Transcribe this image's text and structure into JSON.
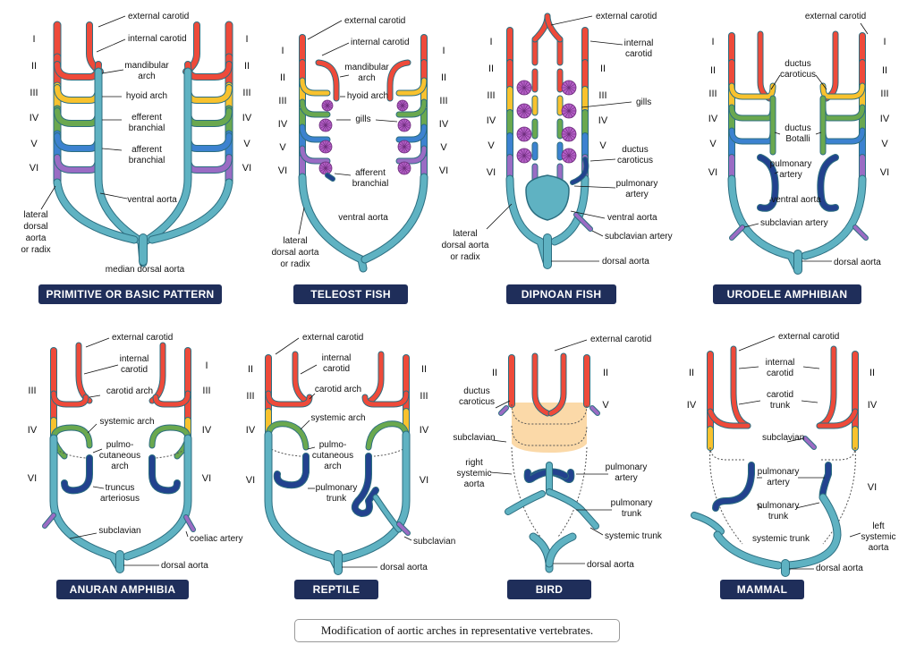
{
  "caption": "Modification of aortic arches in representative vertebrates.",
  "colors": {
    "arch_I_II": "#ee4a3a",
    "arch_III": "#f8c22e",
    "arch_IV": "#6aa84f",
    "arch_V": "#3c82d0",
    "arch_VI": "#9a6cc4",
    "aorta": "#5fb2c2",
    "aorta_outline": "#2c6e80",
    "gill": "#b55fc7",
    "pulmonary": "#22428e",
    "badge_bg": "#1f2e5a",
    "bird_pale": "#fbd9a8"
  },
  "panels": [
    {
      "id": "primitive",
      "title": "PRIMITIVE OR BASIC PATTERN",
      "roman_left": [
        "I",
        "II",
        "III",
        "IV",
        "V",
        "VI"
      ],
      "roman_right": [
        "I",
        "II",
        "III",
        "IV",
        "V",
        "VI"
      ],
      "labels": [
        "external carotid",
        "internal carotid",
        "mandibular",
        "arch",
        "hyoid arch",
        "efferent",
        "branchial",
        "afferent",
        "branchial",
        "ventral aorta",
        "lateral",
        "dorsal",
        "aorta",
        "or radix",
        "median dorsal aorta"
      ]
    },
    {
      "id": "teleost",
      "title": "TELEOST FISH",
      "roman_left": [
        "I",
        "II",
        "III",
        "IV",
        "V",
        "VI"
      ],
      "roman_right": [
        "I",
        "II",
        "III",
        "IV",
        "V",
        "VI"
      ],
      "labels": [
        "external carotid",
        "internal carotid",
        "mandibular",
        "arch",
        "hyoid arch",
        "gills",
        "afferent",
        "branchial",
        "ventral aorta",
        "lateral",
        "dorsal aorta",
        "or radix"
      ]
    },
    {
      "id": "dipnoan",
      "title": "DIPNOAN FISH",
      "roman_left": [
        "I",
        "II",
        "III",
        "IV",
        "V",
        "VI"
      ],
      "roman_right": [
        "II",
        "III",
        "IV",
        "V"
      ],
      "labels": [
        "external carotid",
        "internal",
        "carotid",
        "gills",
        "ductus",
        "caroticus",
        "pulmonary",
        "artery",
        "ventral aorta",
        "subclavian artery",
        "lateral",
        "dorsal aorta",
        "or radix",
        "dorsal aorta"
      ]
    },
    {
      "id": "urodele",
      "title": "URODELE AMPHIBIAN",
      "roman_left": [
        "I",
        "II",
        "III",
        "IV",
        "V",
        "VI"
      ],
      "roman_right": [
        "I",
        "II",
        "III",
        "IV",
        "V",
        "VI"
      ],
      "labels": [
        "external carotid",
        "ductus",
        "caroticus",
        "ductus",
        "Botalli",
        "pulmonary",
        "artery",
        "ventral aorta",
        "subclavian artery",
        "dorsal aorta"
      ]
    },
    {
      "id": "anuran",
      "title": "ANURAN AMPHIBIA",
      "roman_left": [
        "III",
        "IV",
        "VI"
      ],
      "roman_right": [
        "I",
        "III",
        "IV",
        "VI"
      ],
      "labels": [
        "external carotid",
        "internal",
        "carotid",
        "carotid arch",
        "systemic arch",
        "pulmo-",
        "cutaneous",
        "arch",
        "truncus",
        "arteriosus",
        "subclavian",
        "coeliac artery",
        "dorsal aorta"
      ]
    },
    {
      "id": "reptile",
      "title": "REPTILE",
      "roman_left": [
        "II",
        "III",
        "IV",
        "VI"
      ],
      "roman_right": [
        "II",
        "III",
        "IV",
        "VI"
      ],
      "labels": [
        "external carotid",
        "internal",
        "carotid",
        "carotid arch",
        "systemic arch",
        "pulmo-",
        "cutaneous",
        "arch",
        "pulmonary",
        "trunk",
        "subclavian",
        "dorsal aorta"
      ]
    },
    {
      "id": "bird",
      "title": "BIRD",
      "roman_left": [
        "II"
      ],
      "roman_right": [
        "II",
        "V"
      ],
      "labels": [
        "external carotid",
        "ductus",
        "caroticus",
        "subclavian",
        "right",
        "systemic",
        "aorta",
        "pulmonary",
        "artery",
        "pulmonary",
        "trunk",
        "systemic trunk",
        "dorsal aorta"
      ]
    },
    {
      "id": "mammal",
      "title": "MAMMAL",
      "roman_left": [
        "II",
        "IV"
      ],
      "roman_right": [
        "II",
        "IV",
        "VI"
      ],
      "labels": [
        "external carotid",
        "internal",
        "carotid",
        "carotid",
        "trunk",
        "subclavian",
        "pulmonary",
        "artery",
        "pulmonary",
        "trunk",
        "systemic trunk",
        "left",
        "systemic",
        "aorta",
        "dorsal aorta"
      ]
    }
  ]
}
